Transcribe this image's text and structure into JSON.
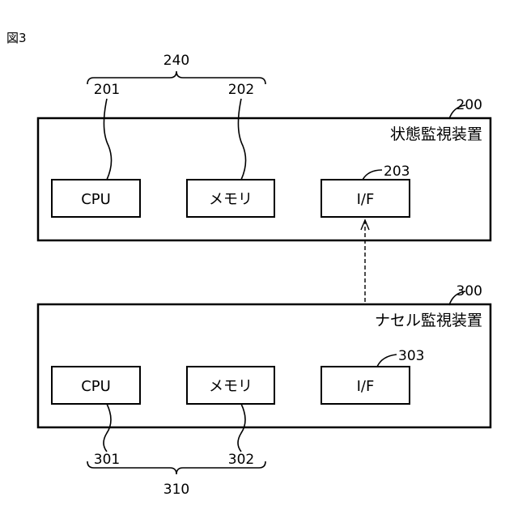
{
  "figure_label": "図3",
  "bracket_top_ref": "240",
  "bracket_bottom_ref": "310",
  "device_top": {
    "ref": "200",
    "title": "状態監視装置",
    "cpu": {
      "ref": "201",
      "label": "CPU"
    },
    "memory": {
      "ref": "202",
      "label": "メモリ"
    },
    "interface": {
      "ref": "203",
      "label": "I/F"
    }
  },
  "device_bottom": {
    "ref": "300",
    "title": "ナセル監視装置",
    "cpu": {
      "ref": "301",
      "label": "CPU"
    },
    "memory": {
      "ref": "302",
      "label": "メモリ"
    },
    "interface": {
      "ref": "303",
      "label": "I/F"
    }
  }
}
